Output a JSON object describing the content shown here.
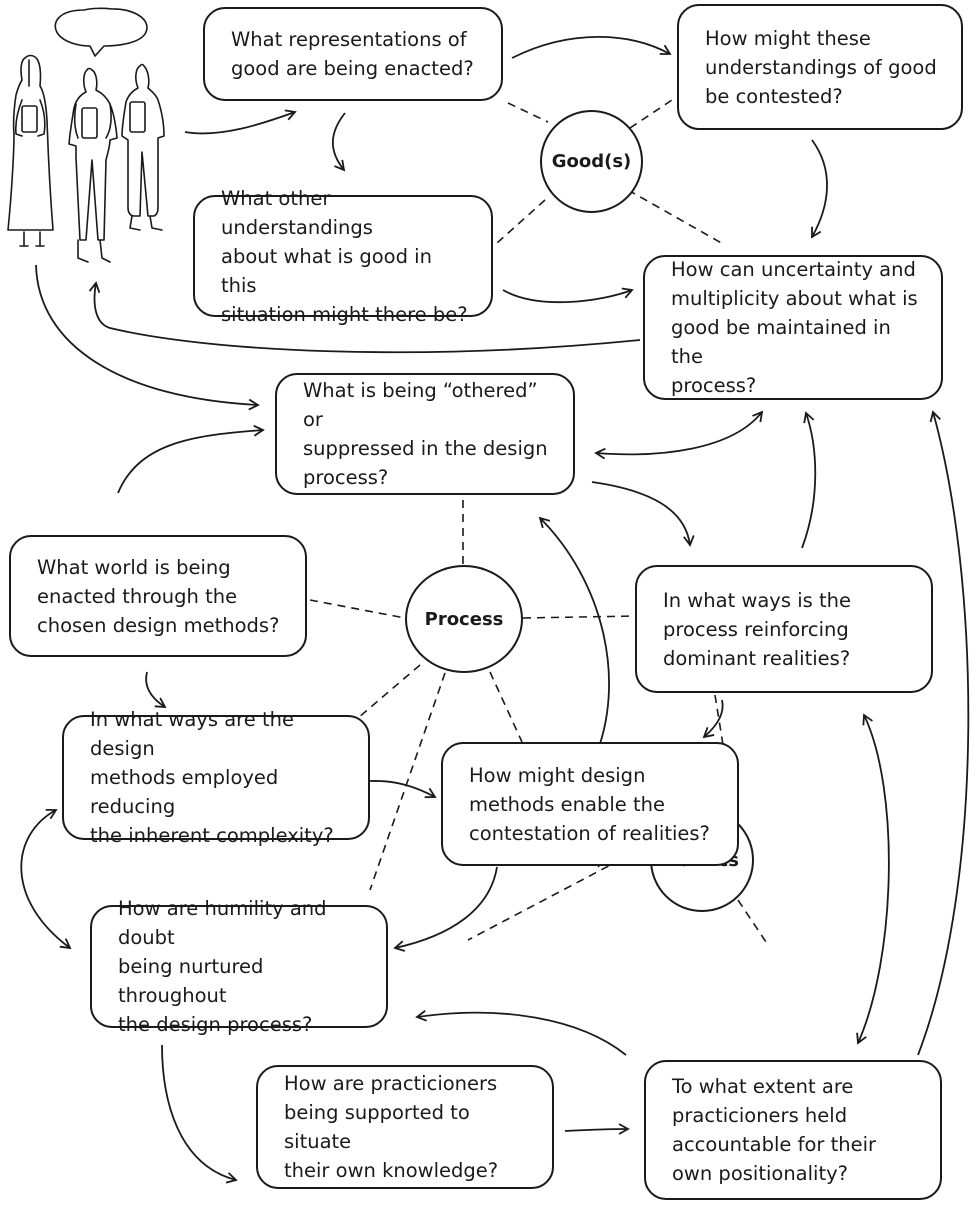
{
  "hubs": {
    "goods": "Good(s)",
    "process": "Process",
    "politics": "Politics"
  },
  "questions": {
    "representations_of_good": "What representations of\ngood are being enacted?",
    "understandings_contested": "How might these\nunderstandings of good\nbe contested?",
    "other_understandings": "What other understandings\nabout what is good in this\nsituation might there be?",
    "uncertainty_multiplicity": "How can uncertainty and\nmultiplicity about what is\ngood be maintained in the\nprocess?",
    "othered_suppressed": "What is being “othered” or\nsuppressed in the design\nprocess?",
    "world_enacted": "What world is being\nenacted through the\nchosen design methods?",
    "reinforcing_dominant": "In what ways is the\nprocess reinforcing\ndominant realities?",
    "reducing_complexity": "In what ways are the design\nmethods employed reducing\nthe inherent complexity?",
    "enable_contestation": "How might design\nmethods enable the\ncontestation of realities?",
    "humility_doubt": "How are humility and doubt\nbeing nurtured throughout\nthe design process?",
    "situate_knowledge": "How are practicioners\nbeing supported to situate\ntheir own knowledge?",
    "accountable_positionality": "To what extent are\npracticioners held\naccountable for their\nown positionality?"
  },
  "stroke_color": "#1a1a1a",
  "figure_icon": "three-people-conversation-icon"
}
